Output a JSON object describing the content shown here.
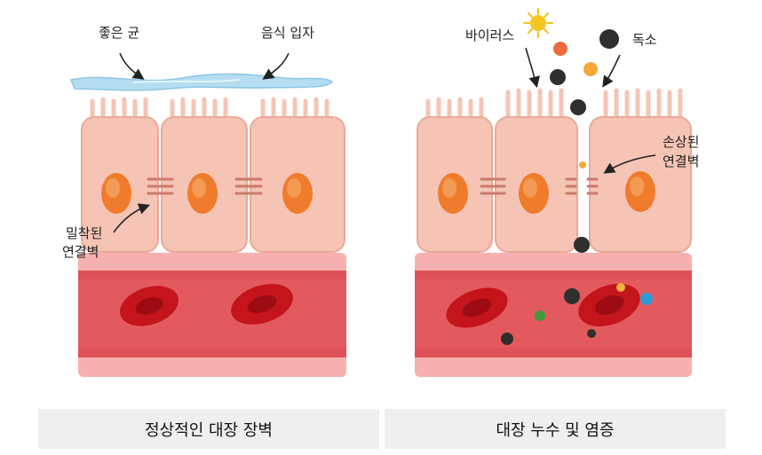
{
  "panels": {
    "normal": {
      "caption": "정상적인 대장 장벽",
      "labels": {
        "bacteria": "좋은 균",
        "food": "음식 입자",
        "junction_line1": "밀착된",
        "junction_line2": "연결벽"
      }
    },
    "leaky": {
      "caption": "대장 누수 및 염증",
      "labels": {
        "virus": "바이러스",
        "toxin": "독소",
        "damaged_line1": "손상된",
        "damaged_line2": "연결벽"
      }
    }
  },
  "colors": {
    "cell_fill": "#f6c4b4",
    "cell_stroke": "#e8a898",
    "nucleus": "#ef7c2c",
    "vessel_wall": "#f5a0a0",
    "vessel_lumen": "#e0535a",
    "rbc": "#c4141c",
    "mucus": "#b5ddf2",
    "caption_bg": "#efefef"
  },
  "icons": [
    "sun-virus-icon",
    "arrow-icon",
    "particle-icon",
    "red-blood-cell-icon",
    "nucleus-icon"
  ]
}
